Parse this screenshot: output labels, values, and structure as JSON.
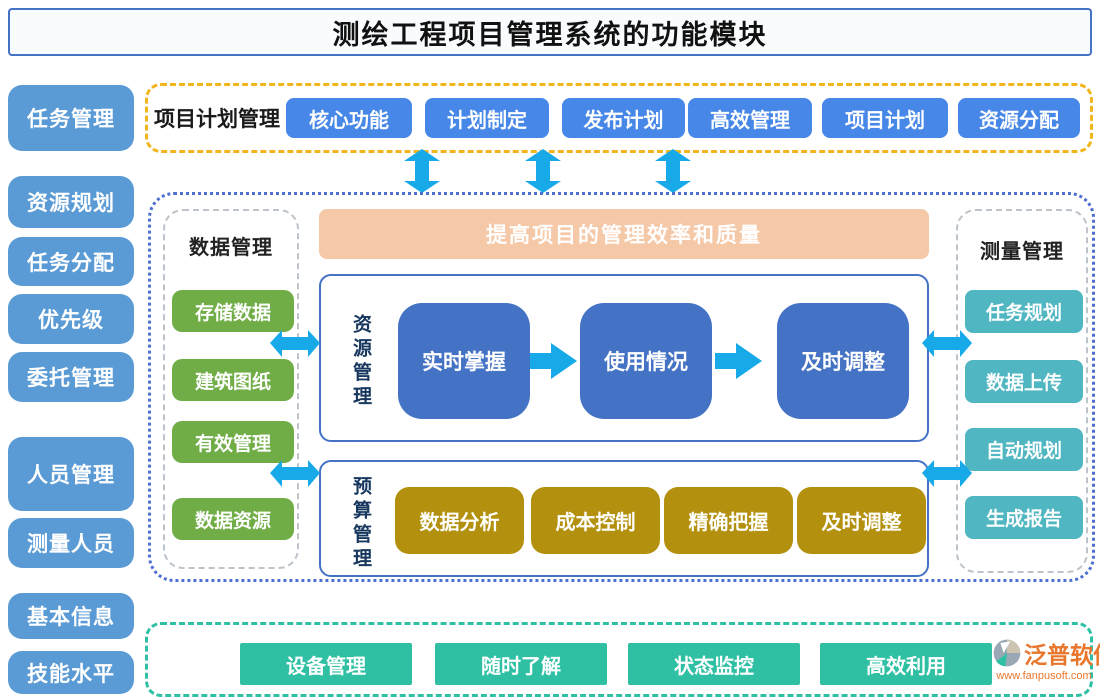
{
  "title": "测绘工程项目管理系统的功能模块",
  "sidebar": {
    "items": [
      "任务管理",
      "资源规划",
      "任务分配",
      "优先级",
      "委托管理",
      "人员管理",
      "测量人员",
      "基本信息",
      "技能水平"
    ]
  },
  "plan_section": {
    "label": "项目计划管理",
    "items": [
      "核心功能",
      "计划制定",
      "发布计划",
      "高效管理",
      "项目计划",
      "资源分配"
    ]
  },
  "main": {
    "banner": "提高项目的管理效率和质量",
    "data_mgmt": {
      "label": "数据管理",
      "items": [
        "存储数据",
        "建筑图纸",
        "有效管理",
        "数据资源"
      ]
    },
    "resource_flow": {
      "label": "资源管理",
      "steps": [
        "实时掌握",
        "使用情况",
        "及时调整"
      ]
    },
    "budget_flow": {
      "label": "预算管理",
      "steps": [
        "数据分析",
        "成本控制",
        "精确把握",
        "及时调整"
      ]
    },
    "measure_mgmt": {
      "label": "测量管理",
      "items": [
        "任务规划",
        "数据上传",
        "自动规划",
        "生成报告"
      ]
    }
  },
  "bottom": {
    "items": [
      "设备管理",
      "随时了解",
      "状态监控",
      "高效利用"
    ]
  },
  "logo": {
    "name": "泛普软件",
    "url": "www.fanpusoft.com"
  },
  "colors": {
    "sidebar_blue": "#5b9bd5",
    "plan_blue": "#4687e8",
    "yellow_border": "#f2b51d",
    "main_border_blue": "#4d6fd0",
    "arrow_cyan": "#17a9e8",
    "banner_peach": "#f5c8a7",
    "green": "#70ad47",
    "step_blue": "#4472c4",
    "gold": "#b3910f",
    "teal_light": "#4fb6c2",
    "teal_bottom": "#2fc0a4",
    "navy_text": "#17375e",
    "logo_orange": "#e8762c"
  }
}
